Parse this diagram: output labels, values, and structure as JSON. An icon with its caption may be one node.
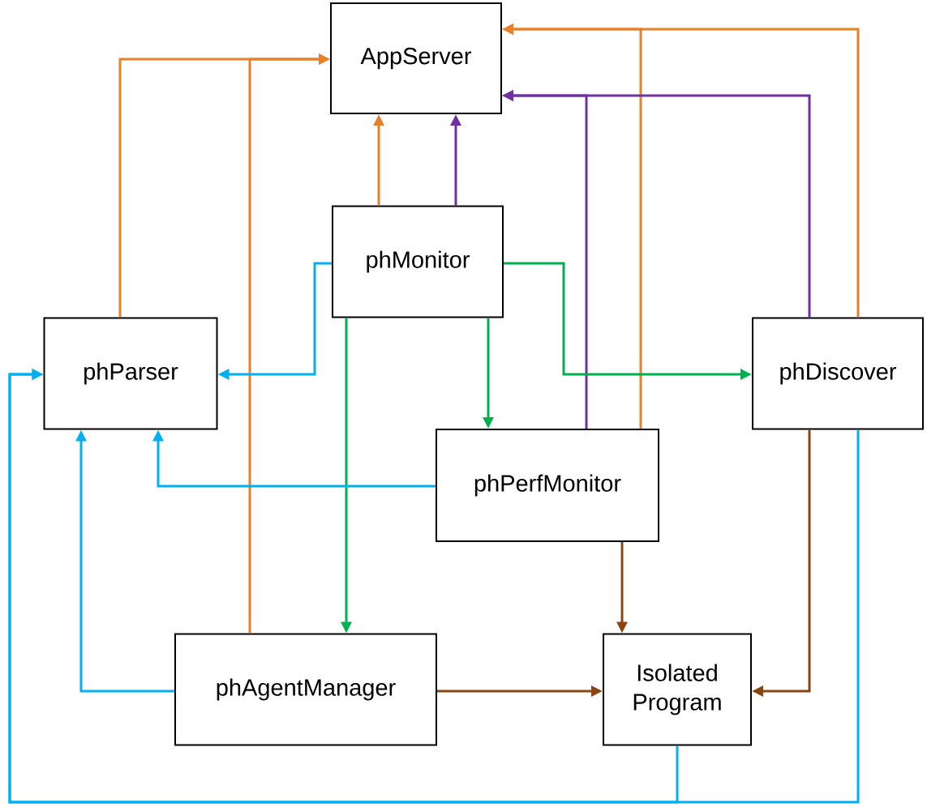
{
  "diagram": {
    "nodes": [
      {
        "text": [
          "AppServer"
        ]
      },
      {
        "text": [
          "phMonitor"
        ]
      },
      {
        "text": [
          "phParser"
        ]
      },
      {
        "text": [
          "phDiscover"
        ]
      },
      {
        "text": [
          "phPerfMonitor"
        ]
      },
      {
        "text": [
          "phAgentManager"
        ]
      },
      {
        "text": [
          "Isolated Program"
        ]
      }
    ],
    "edges": [
      {
        "from": 2,
        "to": 0,
        "arrow": "to",
        "color": "#e8802a"
      },
      {
        "from": 5,
        "to": 0,
        "arrow": "to",
        "color": "#e8802a"
      },
      {
        "from": 1,
        "to": 0,
        "arrow": "to",
        "color": "#e8802a"
      },
      {
        "from": 3,
        "to": 0,
        "arrow": "to",
        "color": "#e8802a"
      },
      {
        "from": 4,
        "to": 0,
        "arrow": "to",
        "color": "#e8802a"
      },
      {
        "from": 1,
        "to": 0,
        "arrow": "to",
        "color": "#7030a0"
      },
      {
        "from": 3,
        "to": 0,
        "arrow": "to",
        "color": "#7030a0"
      },
      {
        "from": 4,
        "to": 0,
        "arrow": "to",
        "color": "#7030a0"
      },
      {
        "from": 1,
        "to": 3,
        "arrow": "to",
        "color": "#00b050"
      },
      {
        "from": 1,
        "to": 4,
        "arrow": "to",
        "color": "#00b050"
      },
      {
        "from": 1,
        "to": 5,
        "arrow": "to",
        "color": "#00b050"
      },
      {
        "from": 1,
        "to": 2,
        "arrow": "to",
        "color": "#00b0f0"
      },
      {
        "from": 4,
        "to": 2,
        "arrow": "to",
        "color": "#00b0f0"
      },
      {
        "from": 5,
        "to": 2,
        "arrow": "to",
        "color": "#00b0f0"
      },
      {
        "from": 6,
        "to": 2,
        "arrow": "to",
        "color": "#00b0f0"
      },
      {
        "from": 3,
        "to": 2,
        "arrow": "to",
        "color": "#00b0f0"
      },
      {
        "from": 4,
        "to": 6,
        "arrow": "to",
        "color": "#8b4513"
      },
      {
        "from": 3,
        "to": 6,
        "arrow": "to",
        "color": "#8b4513"
      },
      {
        "from": 5,
        "to": 6,
        "arrow": "to",
        "color": "#8b4513"
      }
    ]
  }
}
